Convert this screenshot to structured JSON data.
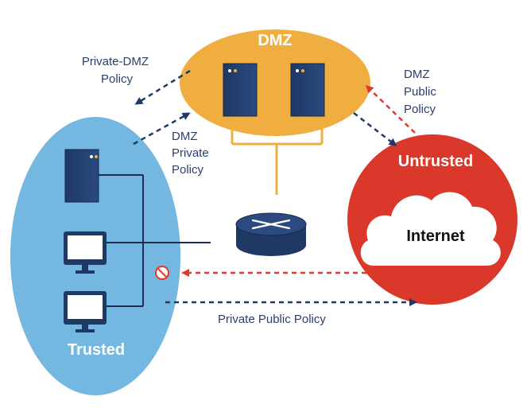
{
  "zones": {
    "dmz": {
      "label": "DMZ",
      "color": "#f0ae41"
    },
    "trusted": {
      "label": "Trusted",
      "color": "#74b7e0"
    },
    "untrusted": {
      "label": "Untrusted",
      "color": "#d9382b"
    }
  },
  "cloud": {
    "label": "Internet"
  },
  "policies": {
    "private_dmz": [
      "Private-DMZ",
      "Policy"
    ],
    "dmz_private": [
      "DMZ",
      "Private",
      "Policy"
    ],
    "dmz_public": [
      "DMZ",
      "Public",
      "Policy"
    ],
    "private_public": [
      "Private Public Policy"
    ]
  },
  "colors": {
    "navy": "#203864",
    "blocked_red": "#e03a2c",
    "connector_orange": "#f0ae41",
    "line_dark": "#1e2d4f"
  },
  "icons": [
    "server-icon",
    "monitor-icon",
    "router-icon",
    "cloud-icon",
    "blocked-icon"
  ]
}
